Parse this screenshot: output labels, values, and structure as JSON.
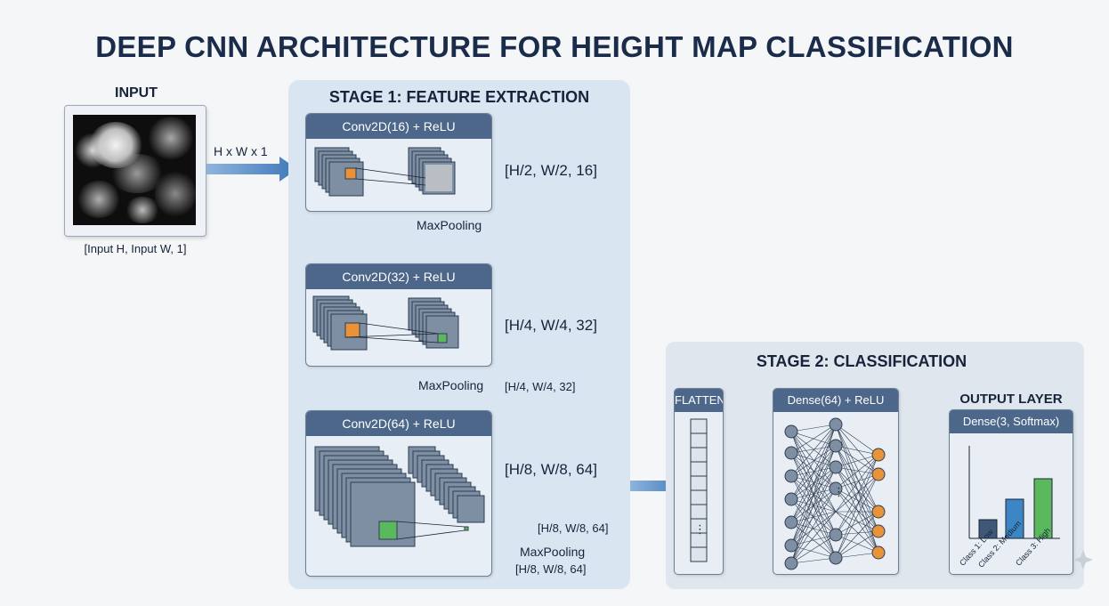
{
  "title": "DEEP CNN ARCHITECTURE FOR HEIGHT MAP CLASSIFICATION",
  "input": {
    "heading": "INPUT",
    "caption": "[Input H, Input W, 1]",
    "arrow_label": "H x W x 1"
  },
  "stage1": {
    "title": "STAGE 1: FEATURE EXTRACTION",
    "conv1": {
      "label": "Conv2D(16) + ReLU",
      "out_dim": "[H/2, W/2, 16]"
    },
    "pool1": {
      "label": "MaxPooling"
    },
    "conv2": {
      "label": "Conv2D(32) + ReLU",
      "out_dim": "[H/4, W/4, 32]"
    },
    "pool2": {
      "label": "MaxPooling",
      "dim": "[H/4, W/4, 32]"
    },
    "conv3": {
      "label": "Conv2D(64) + ReLU",
      "out_dim": "[H/8, W/8, 64]"
    },
    "pool3": {
      "dim_top": "[H/8, W/8, 64]",
      "label": "MaxPooling",
      "dim_bottom": "[H/8, W/8, 64]"
    }
  },
  "stage2": {
    "title": "STAGE 2: CLASSIFICATION",
    "flatten": {
      "label": "FLATTEN",
      "dots": "⋮"
    },
    "dense": {
      "label": "Dense(64) + ReLU",
      "dots": "⋮"
    },
    "output": {
      "heading": "OUTPUT LAYER",
      "label": "Dense(3, Softmax)",
      "classes": [
        "Class 1: Low",
        "Class 2: Medium",
        "Class 3: High"
      ]
    }
  },
  "colors": {
    "header": "#4c678a",
    "arrow": "#4f86c0",
    "orange": "#e8923a",
    "green": "#5cb85c",
    "bar_low": "#3f5878",
    "bar_medium": "#3d86c6",
    "bar_high": "#5cb85c"
  }
}
